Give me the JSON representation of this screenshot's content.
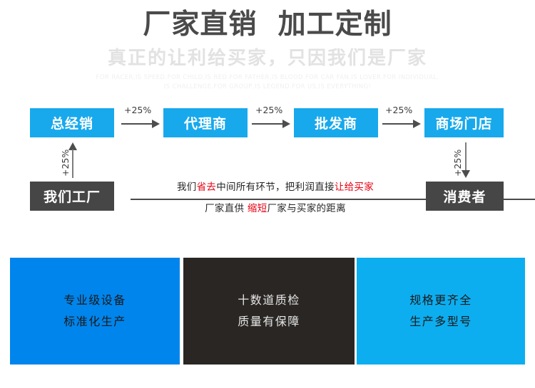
{
  "header": {
    "title": "厂家直销  加工定制",
    "subtitle": "真正的让利给买家，只因我们是厂家",
    "english_line1": "FOR RACER,IS SPEED.FOR CHILD,IS RED.FOR FATHER,IS BLOOD.FOR CAR FAN,IS LOVER.FOR INDIVIDUAL,",
    "english_line2": "IS CHALLENGE.FOR GROUP,IS LEGEND.FOR US,IS EVERYTHING!"
  },
  "flow": {
    "nodes": [
      {
        "id": "distributor",
        "label": "总经销",
        "style": "blue"
      },
      {
        "id": "agent",
        "label": "代理商",
        "style": "blue"
      },
      {
        "id": "wholesaler",
        "label": "批发商",
        "style": "blue"
      },
      {
        "id": "retail-store",
        "label": "商场门店",
        "style": "blue"
      },
      {
        "id": "our-factory",
        "label": "我们工厂",
        "style": "dark"
      },
      {
        "id": "consumer",
        "label": "消费者",
        "style": "dark"
      }
    ],
    "markup_labels": {
      "m1": "+25%",
      "m2": "+25%",
      "m3": "+25%",
      "m4": "+25%",
      "m5": "+25%"
    },
    "direct_line": {
      "top": {
        "part1": "我们",
        "highlight1": "省去",
        "part2": "中间所有环节，把利润直接",
        "highlight2": "让给买家"
      },
      "bottom": {
        "part1": "厂家直供 ",
        "highlight1": "缩短",
        "part2": "厂家与买家的距离"
      }
    }
  },
  "panels": [
    {
      "id": "equipment",
      "line1": "专业级设备",
      "line2": "标准化生产",
      "color": "#0085EC"
    },
    {
      "id": "quality",
      "line1": "十数道质检",
      "line2": "质量有保障",
      "color": "#2A2624"
    },
    {
      "id": "specs",
      "line1": "规格更齐全",
      "line2": "生产多型号",
      "color": "#0CAEF0"
    }
  ],
  "colors": {
    "accent_blue": "#17A9EC",
    "panel_blue": "#0085EC",
    "panel_cyan": "#0CAEF0",
    "dark": "#464646",
    "panel_dark": "#2A2624",
    "highlight_red": "#E60012",
    "title_gray": "#4a4a4a",
    "subtitle_gray": "#e2e2e2"
  }
}
